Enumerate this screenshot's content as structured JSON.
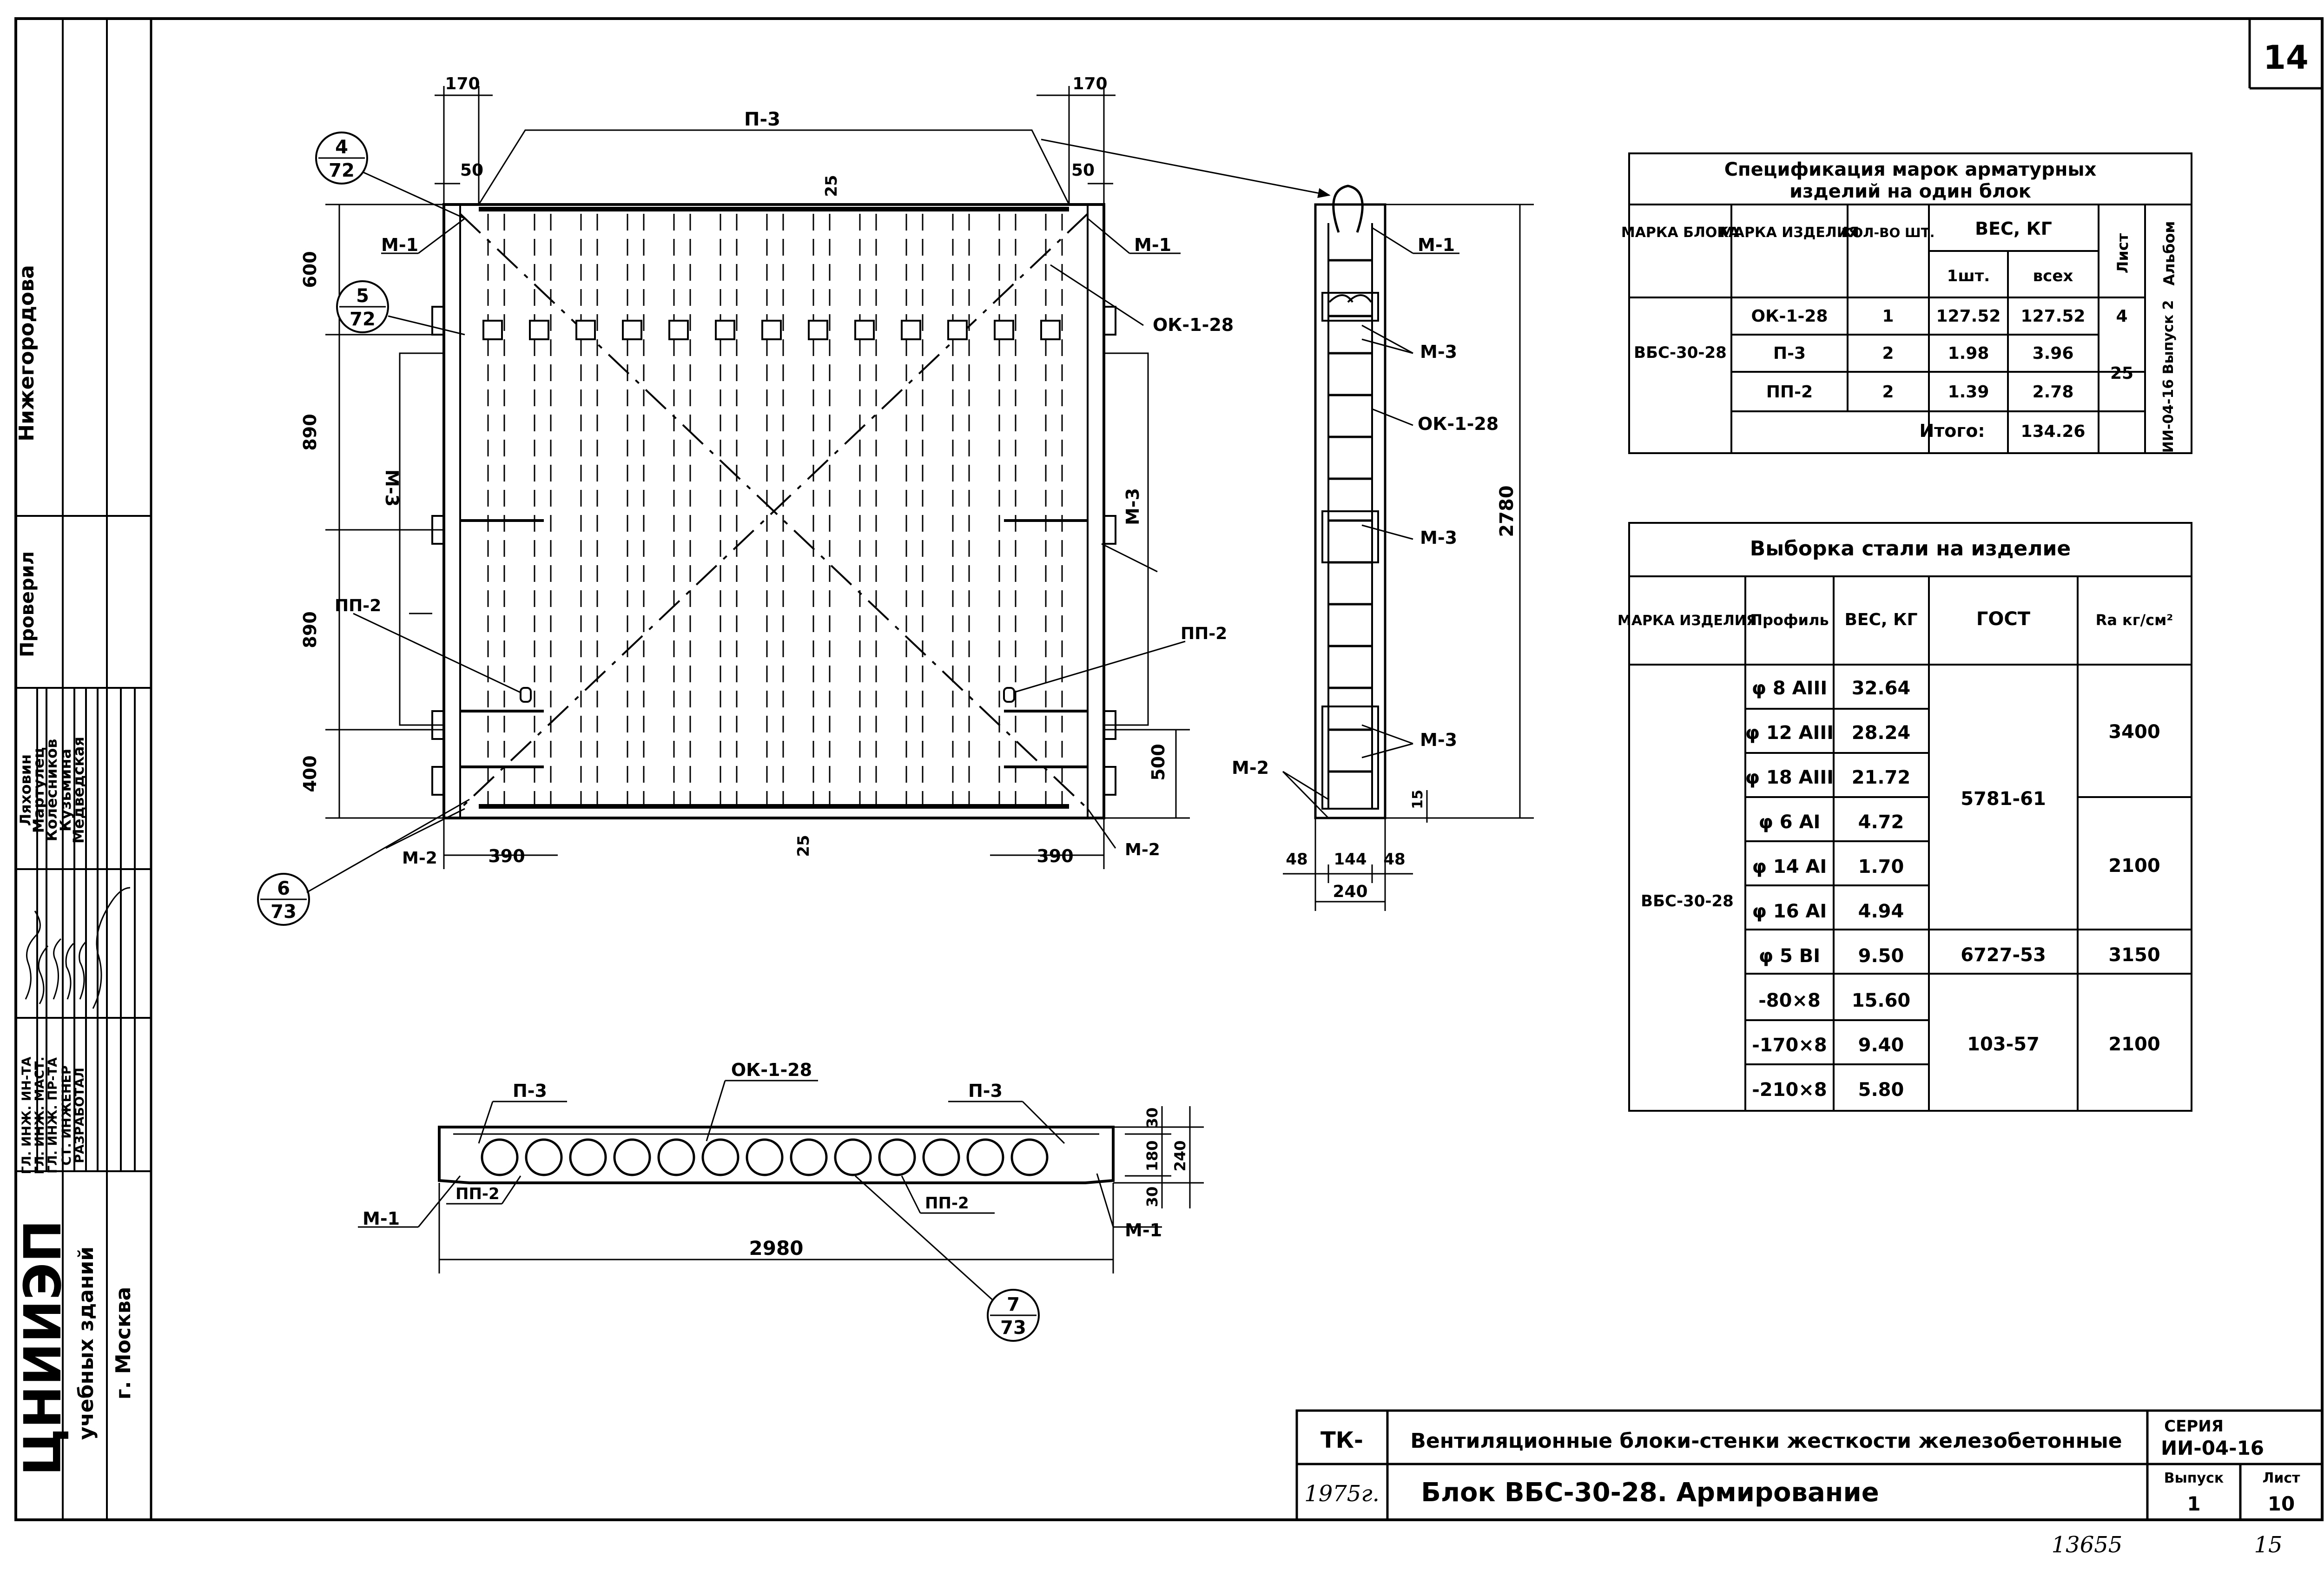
{
  "sheet": {
    "page_number": "14",
    "footer_left": "13655",
    "footer_right": "15"
  },
  "stamp_side": {
    "org_line1": "ЦНИИЭП",
    "org_line2": "учебных зданий",
    "org_line3": "г. Москва",
    "city": "Нижегородова",
    "checked": "Проверил",
    "roles": [
      "ГЛ. ИНЖ. ИН-ТА",
      "ГЛ. ИНЖ. МАСТ.",
      "ГЛ. ИНЖ. ПР-ТА",
      "СТ. ИНЖЕНЕР",
      "РАЗРАБОТАЛ"
    ],
    "names": [
      "Ляховин",
      "Мартулец",
      "Колесников",
      "Кузьмина",
      "Медведская"
    ]
  },
  "title_block": {
    "tk_label": "ТК-",
    "year": "1975г.",
    "series_title": "Вентиляционные блоки-стенки жесткости железобетонные",
    "sheet_title": "Блок ВБС-30-28. Армирование",
    "series_label": "СЕРИЯ",
    "series_value": "ИИ-04-16",
    "issue_label": "Выпуск",
    "issue_value": "1",
    "list_label": "Лист",
    "list_value": "10"
  },
  "spec_table": {
    "title_line1": "Спецификация марок арматурных",
    "title_line2": "изделий на один блок",
    "h_block": "МАРКА БЛОКА",
    "h_item": "МАРКА ИЗДЕЛИЯ",
    "h_qty": "КОЛ-ВО ШТ.",
    "h_weight": "ВЕС, КГ",
    "h_one": "1шт.",
    "h_all": "всех",
    "h_sheet": "Лист",
    "h_album": "Альбом",
    "block": "ВБС-30-28",
    "rows": [
      {
        "item": "ОК-1-28",
        "qty": "1",
        "one": "127.52",
        "all": "127.52",
        "sheet": "4"
      },
      {
        "item": "П-3",
        "qty": "2",
        "one": "1.98",
        "all": "3.96",
        "sheet": "25"
      },
      {
        "item": "ПП-2",
        "qty": "2",
        "one": "1.39",
        "all": "2.78",
        "sheet": ""
      }
    ],
    "album": "ИИ-04-16 Выпуск 2",
    "total_label": "Итого:",
    "total": "134.26"
  },
  "steel_table": {
    "title": "Выборка стали на изделие",
    "h_item": "МАРКА ИЗДЕЛИЯ",
    "h_profile": "Профиль",
    "h_weight": "ВЕС, КГ",
    "h_gost": "ГОСТ",
    "h_ra": "Ra кг/см²",
    "item": "ВБС-30-28",
    "rows": [
      {
        "profile": "φ 8 AIII",
        "weight": "32.64"
      },
      {
        "profile": "φ 12 AIII",
        "weight": "28.24"
      },
      {
        "profile": "φ 18 AIII",
        "weight": "21.72"
      },
      {
        "profile": "φ 6 AI",
        "weight": "4.72"
      },
      {
        "profile": "φ 14 AI",
        "weight": "1.70"
      },
      {
        "profile": "φ 16 AI",
        "weight": "4.94"
      },
      {
        "profile": "φ 5 BI",
        "weight": "9.50"
      },
      {
        "profile": "-80×8",
        "weight": "15.60"
      },
      {
        "profile": "-170×8",
        "weight": "9.40"
      },
      {
        "profile": "-210×8",
        "weight": "5.80"
      }
    ],
    "gost_groups": [
      {
        "label": "5781-61",
        "rows": [
          0,
          5
        ]
      },
      {
        "label": "6727-53",
        "rows": [
          6,
          6
        ]
      },
      {
        "label": "103-57",
        "rows": [
          7,
          9
        ]
      }
    ],
    "ra_groups": [
      {
        "label": "3400",
        "rows": [
          0,
          2
        ]
      },
      {
        "label": "2100",
        "rows": [
          3,
          5
        ]
      },
      {
        "label": "3150",
        "rows": [
          6,
          6
        ]
      },
      {
        "label": "2100",
        "rows": [
          7,
          9
        ]
      }
    ]
  },
  "front_view": {
    "rebar_top": "П-3",
    "dims_top": [
      "170",
      "170",
      "50",
      "50",
      "25"
    ],
    "dims_left": [
      "600",
      "890",
      "890",
      "400"
    ],
    "dims_right": "500",
    "dims_bottom": [
      "390",
      "25",
      "390"
    ],
    "labels": {
      "m1_left": "М-1",
      "m1_right": "М-1",
      "m3_left": "М-3",
      "m3_right": "М-3",
      "ok": "ОК-1-28",
      "pp_left": "ПП-2",
      "pp_right": "ПП-2",
      "m2_left": "М-2",
      "m2_right": "М-2"
    },
    "callouts": [
      {
        "num": "4",
        "den": "72"
      },
      {
        "num": "5",
        "den": "72"
      },
      {
        "num": "6",
        "den": "73"
      }
    ]
  },
  "side_view": {
    "labels": {
      "m1": "М-1",
      "m3a": "М-3",
      "ok": "ОК-1-28",
      "m3b": "М-3",
      "m3c": "М-3",
      "m2": "М-2"
    },
    "dim_height": "2780",
    "dim_bottom": [
      "48",
      "144",
      "48"
    ],
    "dim_total": "240",
    "dim_small": "15"
  },
  "plan_view": {
    "labels": {
      "p3_left": "П-3",
      "p3_right": "П-3",
      "ok": "ОК-1-28",
      "m1_left": "М-1",
      "m1_right": "М-1",
      "pp_left": "ПП-2",
      "pp_right": "ПП-2"
    },
    "dim_length": "2980",
    "dims_right": [
      "30",
      "180",
      "30",
      "240"
    ],
    "callout": {
      "num": "7",
      "den": "73"
    }
  }
}
